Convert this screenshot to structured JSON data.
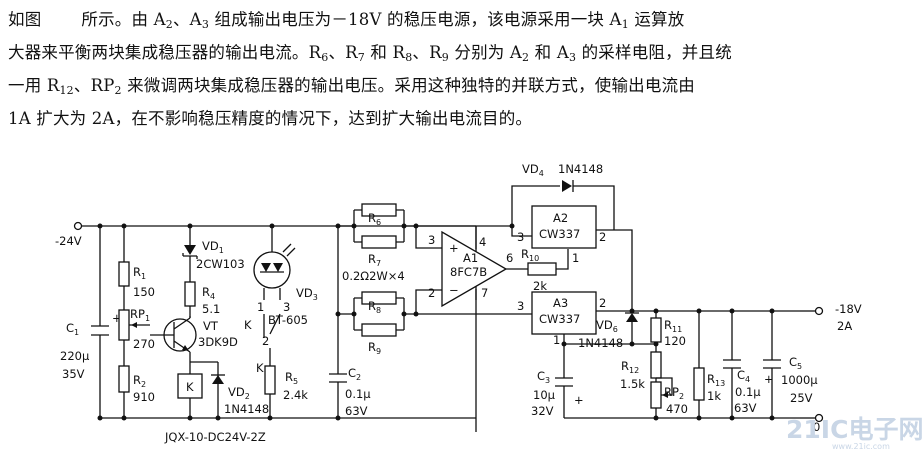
{
  "description": {
    "line1_a": "如图",
    "line1_b": "所示。由 A",
    "line1_sub1": "2",
    "line1_c": "、A",
    "line1_sub2": "3",
    "line1_d": " 组成输出电压为－18V 的稳压电源，该电源采用一块 A",
    "line1_sub3": "1",
    "line1_e": " 运算放",
    "line2_a": "大器来平衡两块集成稳压器的输出电流。R",
    "line2_sub1": "6",
    "line2_b": "、R",
    "line2_sub2": "7",
    "line2_c": " 和 R",
    "line2_sub3": "8",
    "line2_d": "、R",
    "line2_sub4": "9",
    "line2_e": " 分别为 A",
    "line2_sub5": "2",
    "line2_f": " 和 A",
    "line2_sub6": "3",
    "line2_g": " 的采样电阻，并且统",
    "line3_a": "一用 R",
    "line3_sub1": "12",
    "line3_b": "、RP",
    "line3_sub2": "2",
    "line3_c": " 来微调两块集成稳压器的输出电压。采用这种独特的并联方式，使输出电流由",
    "line4": "1A 扩大为 2A，在不影响稳压精度的情况下，达到扩大输出电流目的。"
  },
  "schematic": {
    "input_voltage": "-24V",
    "output_voltage": "-18V",
    "output_current": "2A",
    "r1": {
      "name": "R",
      "sub": "1",
      "value": "150"
    },
    "rp1": {
      "name": "RP",
      "sub": "1",
      "value": "270"
    },
    "r2": {
      "name": "R",
      "sub": "2",
      "value": "910"
    },
    "c1": {
      "name": "C",
      "sub": "1",
      "value1": "220μ",
      "value2": "35V"
    },
    "vd1": {
      "name": "VD",
      "sub": "1",
      "part": "2CW103"
    },
    "r4": {
      "name": "R",
      "sub": "4",
      "value": "5.1"
    },
    "vt": {
      "name": "VT",
      "part": "3DK9D"
    },
    "relay_box": "K",
    "vd2": {
      "name": "VD",
      "sub": "2",
      "part": "1N4148"
    },
    "relay_part": "JQX-10-DC24V-2Z",
    "vd3": {
      "name": "VD",
      "sub": "3",
      "part": "BT-605"
    },
    "k_label_1": "K",
    "k_label_2": "K",
    "pin1": "1",
    "pin2": "2",
    "pin3": "3",
    "pin2b": "2",
    "r5": {
      "name": "R",
      "sub": "5",
      "value": "2.4k"
    },
    "c2": {
      "name": "C",
      "sub": "2",
      "value1": "0.1μ",
      "value2": "63V"
    },
    "r6": {
      "name": "R",
      "sub": "6"
    },
    "r7": {
      "name": "R",
      "sub": "7"
    },
    "r8": {
      "name": "R",
      "sub": "8"
    },
    "r9": {
      "name": "R",
      "sub": "9"
    },
    "r_spec": "0.2Ω2W×4",
    "a1": {
      "name": "A1",
      "part": "8FC7B",
      "pin3": "3",
      "pin2": "2",
      "pin4": "4",
      "pin6": "6",
      "pin7": "7"
    },
    "vd4": {
      "name": "VD",
      "sub": "4",
      "part": "1N4148"
    },
    "a2": {
      "name": "A2",
      "part": "CW337",
      "pin3": "3",
      "pin2": "2",
      "pin1": "1"
    },
    "r10": {
      "name": "R",
      "sub": "10",
      "value": "2k"
    },
    "a3": {
      "name": "A3",
      "part": "CW337",
      "pin3": "3",
      "pin2": "2",
      "pin1": "1"
    },
    "vd6": {
      "name": "VD",
      "sub": "6",
      "part": "1N4148"
    },
    "c3": {
      "name": "C",
      "sub": "3",
      "value1": "10μ",
      "value2": "32V"
    },
    "r11": {
      "name": "R",
      "sub": "11",
      "value": "120"
    },
    "r12": {
      "name": "R",
      "sub": "12",
      "value": "1.5k"
    },
    "rp2": {
      "name": "RP",
      "sub": "2",
      "value": "470"
    },
    "r13": {
      "name": "R",
      "sub": "13",
      "value": "1k"
    },
    "c4": {
      "name": "C",
      "sub": "4",
      "value1": "0.1μ",
      "value2": "63V"
    },
    "c5": {
      "name": "C",
      "sub": "5",
      "value1": "1000μ",
      "value2": "25V"
    },
    "plus": "+",
    "minus": "−",
    "ground_label": "0",
    "watermark": "21IC电子网",
    "watermark_url": "www.21ic.com"
  }
}
